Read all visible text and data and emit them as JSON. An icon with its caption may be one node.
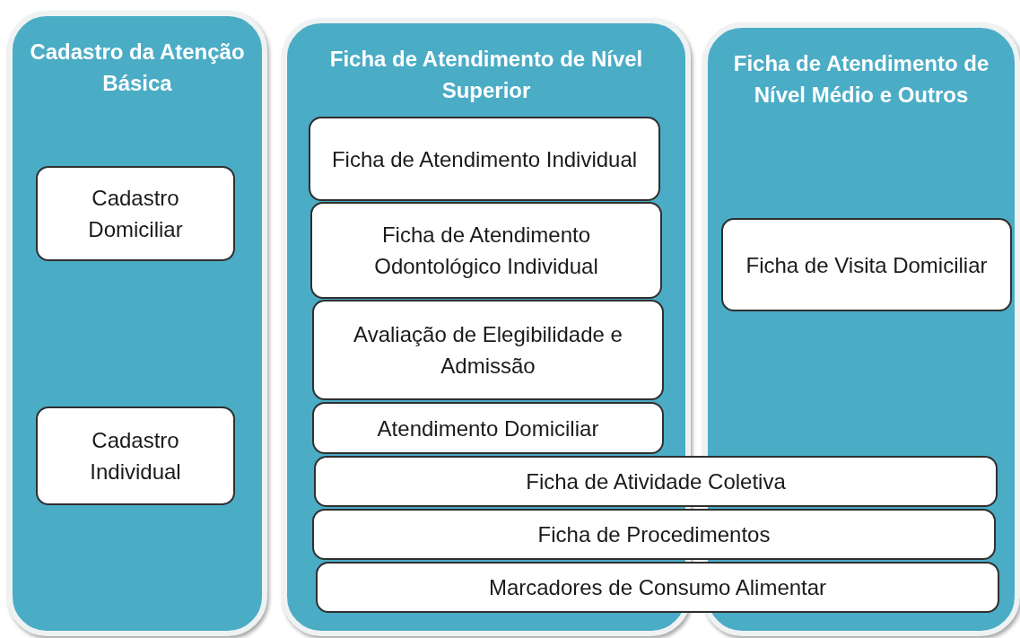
{
  "diagram": {
    "nodes": [
      {
        "text": [
          "Cadastro da Atenção Básica"
        ]
      },
      {
        "text": [
          "Cadastro Domiciliar"
        ],
        "in": 0
      },
      {
        "text": [
          "Cadastro Individual"
        ],
        "in": 0
      },
      {
        "text": [
          "Ficha de Atendimento de Nível Superior"
        ]
      },
      {
        "text": [
          "Ficha de Atendimento Individual"
        ],
        "in": 3
      },
      {
        "text": [
          "Ficha de Atendimento Odontológico Individual"
        ],
        "in": 3
      },
      {
        "text": [
          "Avaliação de Elegibilidade e Admissão"
        ],
        "in": 3
      },
      {
        "text": [
          "Atendimento Domiciliar"
        ],
        "in": 3
      },
      {
        "text": [
          "Ficha de Atendimento de Nível Médio e Outros"
        ]
      },
      {
        "text": [
          "Ficha de Visita Domiciliar"
        ],
        "in": 8
      },
      {
        "text": [
          "Ficha de Atividade Coletiva"
        ]
      },
      {
        "text": [
          "Ficha de Procedimentos"
        ]
      },
      {
        "text": [
          "Marcadores de Consumo Alimentar"
        ]
      }
    ]
  }
}
